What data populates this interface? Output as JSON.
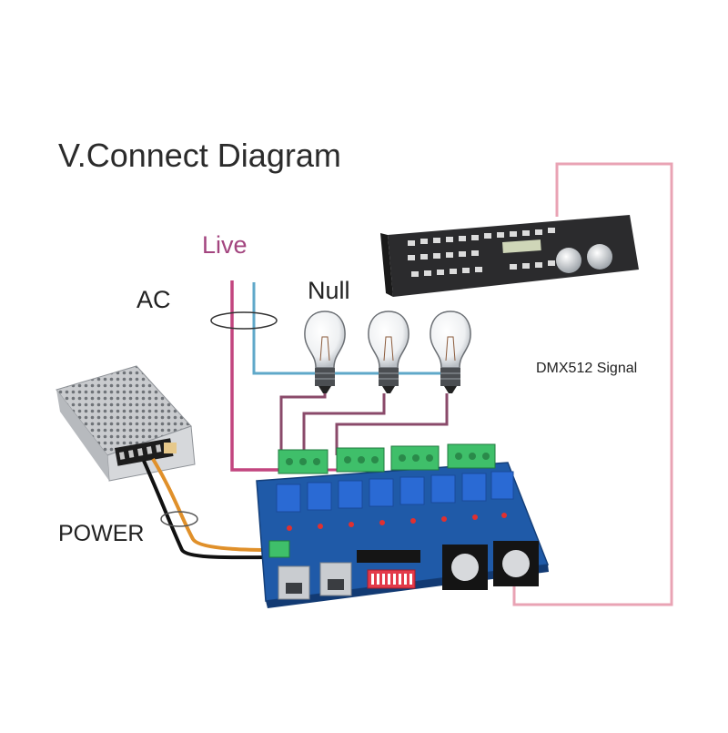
{
  "diagram": {
    "title": "V.Connect Diagram",
    "labels": {
      "live": "Live",
      "ac": "AC",
      "null": "Null",
      "dmx_signal": "DMX512 Signal",
      "power": "POWER"
    },
    "colors": {
      "live_wire": "#c2457f",
      "null_wire": "#5fa8c9",
      "lamp_wire": "#8a4a6a",
      "dmx_wire": "#e9a3b4",
      "power_orange": "#e0902a",
      "power_black": "#111111",
      "pcb_blue": "#1f5aa8",
      "relay_blue": "#2a6ad4",
      "terminal_green": "#3fbf6a",
      "console_dark": "#2a2a2a"
    },
    "icons": [
      "light-bulb-icon",
      "dmx-console-icon",
      "power-supply-icon",
      "relay-board-icon",
      "ferrite-ring-icon"
    ]
  }
}
